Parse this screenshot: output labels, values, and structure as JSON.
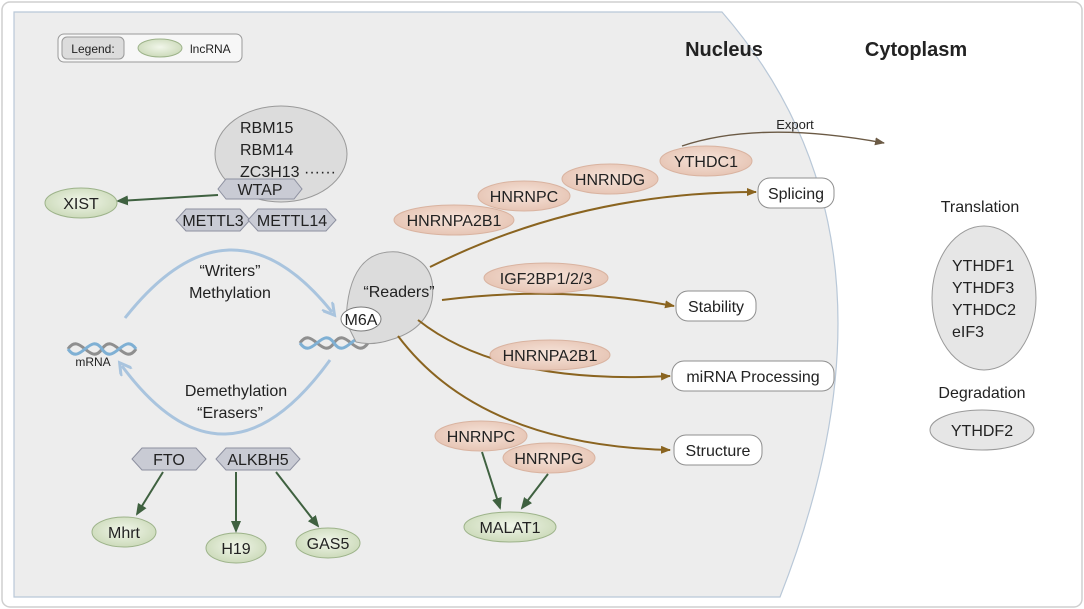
{
  "regions": {
    "nucleus": "Nucleus",
    "cytoplasm": "Cytoplasm"
  },
  "legend": {
    "title": "Legend:",
    "item": "lncRNA"
  },
  "writers": {
    "proteins": [
      "RBM15",
      "RBM14",
      "ZC3H13 ······"
    ],
    "wtap": "WTAP",
    "mettl3": "METTL3",
    "mettl14": "METTL14",
    "label_1": "“Writers”",
    "label_2": "Methylation"
  },
  "erasers": {
    "label_1": "Demethylation",
    "label_2": "“Erasers”",
    "fto": "FTO",
    "alkbh5": "ALKBH5"
  },
  "mrna_label": "mRNA",
  "readers": {
    "label": "“Readers”",
    "m6a": "M6A"
  },
  "lncrnas": {
    "xist": "XIST",
    "mhrt": "Mhrt",
    "h19": "H19",
    "gas5": "GAS5",
    "malat1": "MALAT1"
  },
  "reader_proteins": {
    "ythdc1": "YTHDC1",
    "hnrndg": "HNRNDG",
    "hnrnpc_top": "HNRNPC",
    "hnrnpa2b1_top": "HNRNPA2B1",
    "igf2bp": "IGF2BP1/2/3",
    "hnrnpa2b1_mid": "HNRNPA2B1",
    "hnrnpc_bottom": "HNRNPC",
    "hnrnpg": "HNRNPG"
  },
  "outcomes": {
    "export": "Export",
    "splicing": "Splicing",
    "stability": "Stability",
    "mirna": "miRNA Processing",
    "structure": "Structure"
  },
  "cytoplasm_panel": {
    "translation_title": "Translation",
    "translation_items": [
      "YTHDF1",
      "YTHDF3",
      "YTHDC2",
      "eIF3"
    ],
    "degradation_title": "Degradation",
    "degradation_item": "YTHDF2"
  },
  "colors": {
    "nucleus_text": "#b08a4e",
    "cytoplasm_text": "#8aaed0",
    "reader_arrow": "#8a6420",
    "lncrna_arrow": "#3f6140",
    "cycle_arrow": "#a9c4de",
    "lncrna_fill": "#d5e1c4",
    "reader_fill": "#eccfc1",
    "hexagon_fill": "#c9cbd4",
    "nucleus_fill": "#ededed"
  }
}
